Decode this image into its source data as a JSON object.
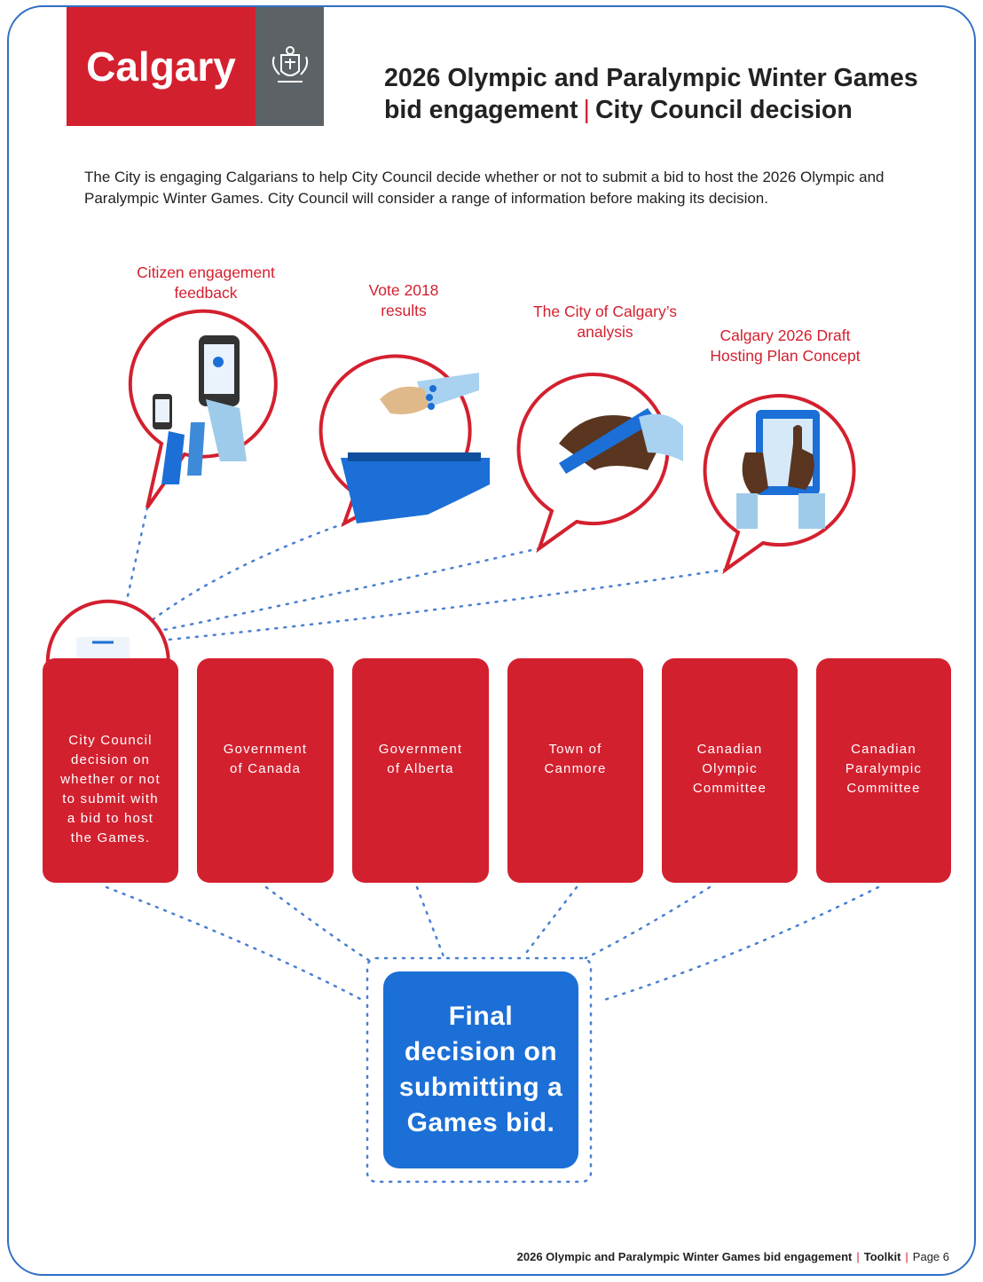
{
  "header": {
    "logo_text": "Calgary",
    "title_line1": "2026 Olympic and Paralympic Winter Games",
    "title_line2_a": "bid engagement",
    "title_separator": "|",
    "title_line2_b": "City Council decision"
  },
  "intro": {
    "paragraph": "The City is engaging Calgarians to help City Council decide whether or not to submit a bid to host the 2026 Olympic and Paralympic Winter Games. City Council will consider a range of information before making its decision."
  },
  "sources": [
    {
      "label_line1": "Citizen engagement",
      "label_line2": "feedback",
      "icon": "phone-hands-icon"
    },
    {
      "label_line1": "Vote 2018",
      "label_line2": "results",
      "icon": "ballot-hand-icon"
    },
    {
      "label_line1": "The City of Calgary’s",
      "label_line2": "analysis",
      "icon": "pen-hand-icon"
    },
    {
      "label_line1": "Calgary 2026 Draft",
      "label_line2": "Hosting Plan Concept",
      "icon": "tablet-hands-icon"
    }
  ],
  "stakeholders": [
    {
      "lines": [
        "City Council",
        "decision on",
        "whether or not",
        "to submit with",
        "a bid to host",
        "the Games."
      ]
    },
    {
      "lines": [
        "Government",
        "of Canada"
      ]
    },
    {
      "lines": [
        "Government",
        "of Alberta"
      ]
    },
    {
      "lines": [
        "Town of",
        "Canmore"
      ]
    },
    {
      "lines": [
        "Canadian",
        "Olympic",
        "Committee"
      ]
    },
    {
      "lines": [
        "Canadian",
        "Paralympic",
        "Committee"
      ]
    }
  ],
  "final": {
    "lines": [
      "Final",
      "decision on",
      "submitting a",
      "Games bid."
    ]
  },
  "footer": {
    "doc_title": "2026 Olympic and Paralympic Winter Games bid engagement",
    "separator": "|",
    "section": "Toolkit",
    "page": "Page 6"
  },
  "colors": {
    "brand_red": "#d3202f",
    "brand_blue": "#1b6fd6",
    "logo_grey": "#5d6266"
  }
}
